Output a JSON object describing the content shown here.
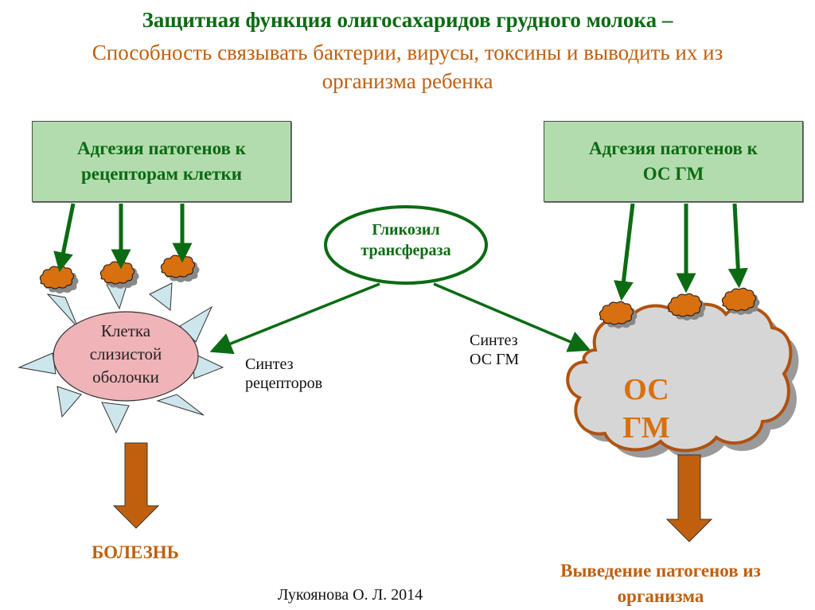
{
  "title": {
    "line1": "Защитная функция олигосахаридов грудного молока –",
    "line2": "Способность связывать бактерии, вирусы, токсины и выводить их из",
    "line3": "организма ребенка"
  },
  "boxes": {
    "left": {
      "line1": "Адгезия патогенов к",
      "line2": "рецепторам клетки"
    },
    "right": {
      "line1": "Адгезия патогенов к",
      "line2": "ОС ГМ"
    }
  },
  "enzyme": {
    "line1": "Гликозил",
    "line2": "трансфераза"
  },
  "cell": {
    "line1": "Клетка",
    "line2": "слизистой",
    "line3": "оболочки"
  },
  "cloud": {
    "line1": "ОС",
    "line2": "ГМ"
  },
  "labels": {
    "synth_receptors": {
      "line1": "Синтез",
      "line2": "рецепторов"
    },
    "synth_os": {
      "line1": "Синтез",
      "line2": "ОС ГМ"
    }
  },
  "outcomes": {
    "disease": "БОЛЕЗНЬ",
    "excretion": {
      "line1": "Выведение патогенов из",
      "line2": "организма"
    }
  },
  "footer": "Лукоянова О. Л. 2014",
  "colors": {
    "green": "#0b6b12",
    "orange": "#c0600f",
    "box_fill": "#b3dcae",
    "cell_fill": "#efb3b8",
    "receptor_fill": "#cde6ec",
    "cloud_fill": "#d6d6d6",
    "pathogen_fill": "#d9700f"
  }
}
